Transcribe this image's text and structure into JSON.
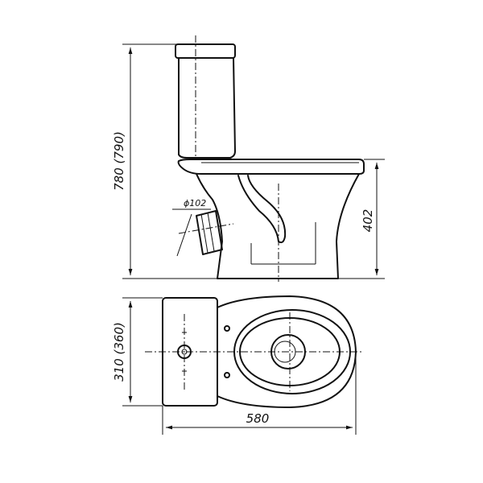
{
  "dimensions": {
    "total_height": "780 (790)",
    "bowl_height": "402",
    "outlet_diameter": "ϕ102",
    "depth": "310 (360)",
    "length": "580"
  }
}
